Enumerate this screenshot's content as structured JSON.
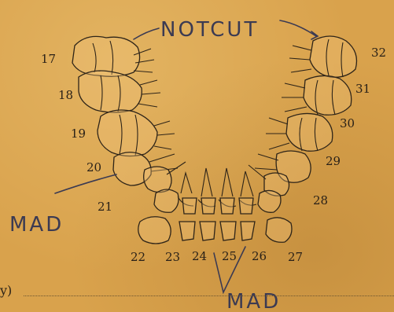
{
  "annotations": {
    "not_cut": "NOTCUT",
    "mad_left": "MAD",
    "mad_bottom": "MAD"
  },
  "form_label": "y)",
  "teeth": [
    {
      "id": "t17",
      "label": "17"
    },
    {
      "id": "t18",
      "label": "18"
    },
    {
      "id": "t19",
      "label": "19"
    },
    {
      "id": "t20",
      "label": "20"
    },
    {
      "id": "t21",
      "label": "21"
    },
    {
      "id": "t22",
      "label": "22"
    },
    {
      "id": "t23",
      "label": "23"
    },
    {
      "id": "t24",
      "label": "24"
    },
    {
      "id": "t25",
      "label": "25"
    },
    {
      "id": "t26",
      "label": "26"
    },
    {
      "id": "t27",
      "label": "27"
    },
    {
      "id": "t28",
      "label": "28"
    },
    {
      "id": "t29",
      "label": "29"
    },
    {
      "id": "t30",
      "label": "30"
    },
    {
      "id": "t31",
      "label": "31"
    },
    {
      "id": "t32",
      "label": "32"
    }
  ]
}
